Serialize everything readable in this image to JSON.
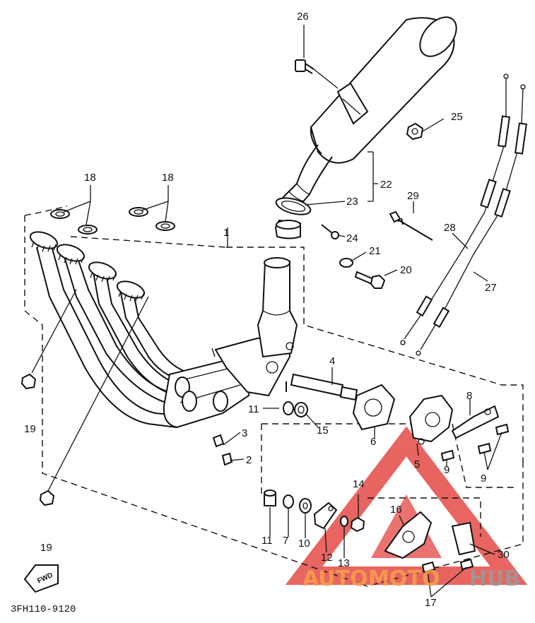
{
  "diagram_code": "3FH110-9120",
  "fwd_label": "FWD",
  "watermark": {
    "part1": "AUTO",
    "part2": "MOTO",
    "part3": "HUB",
    "color_orange": "#f6a04a",
    "color_gray": "#9a9a9a",
    "color_red": "#e0312c"
  },
  "callouts": {
    "n1": "1",
    "n2": "2",
    "n3": "3",
    "n4": "4",
    "n5": "5",
    "n6": "6",
    "n7": "7",
    "n8": "8",
    "n9a": "9",
    "n9b": "9",
    "n10": "10",
    "n11a": "11",
    "n11b": "11",
    "n12": "12",
    "n13": "13",
    "n14": "14",
    "n15": "15",
    "n16": "16",
    "n17": "17",
    "n18a": "18",
    "n18b": "18",
    "n19a": "19",
    "n19b": "19",
    "n20": "20",
    "n21": "21",
    "n22": "22",
    "n23": "23",
    "n24": "24",
    "n25": "25",
    "n26": "26",
    "n27": "27",
    "n28": "28",
    "n29": "29",
    "n30": "30"
  }
}
